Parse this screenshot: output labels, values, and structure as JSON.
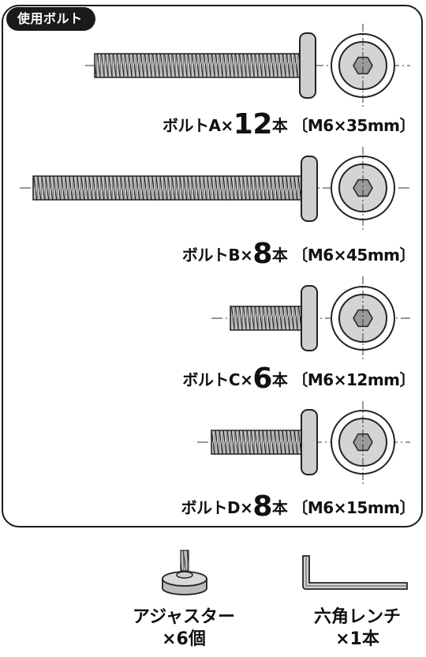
{
  "badge": "使用ボルト",
  "bolts": [
    {
      "name": "ボルトA×",
      "count": "12",
      "unit": "本",
      "spec": "〔M6×35mm〕"
    },
    {
      "name": "ボルトB×",
      "count": "8",
      "unit": "本",
      "spec": "〔M6×45mm〕"
    },
    {
      "name": "ボルトC×",
      "count": "6",
      "unit": "本",
      "spec": "〔M6×12mm〕"
    },
    {
      "name": "ボルトD×",
      "count": "8",
      "unit": "本",
      "spec": "〔M6×15mm〕"
    }
  ],
  "accessories": [
    {
      "name": "アジャスター",
      "qty": "×6個"
    },
    {
      "name": "六角レンチ",
      "qty": "×1本"
    }
  ]
}
